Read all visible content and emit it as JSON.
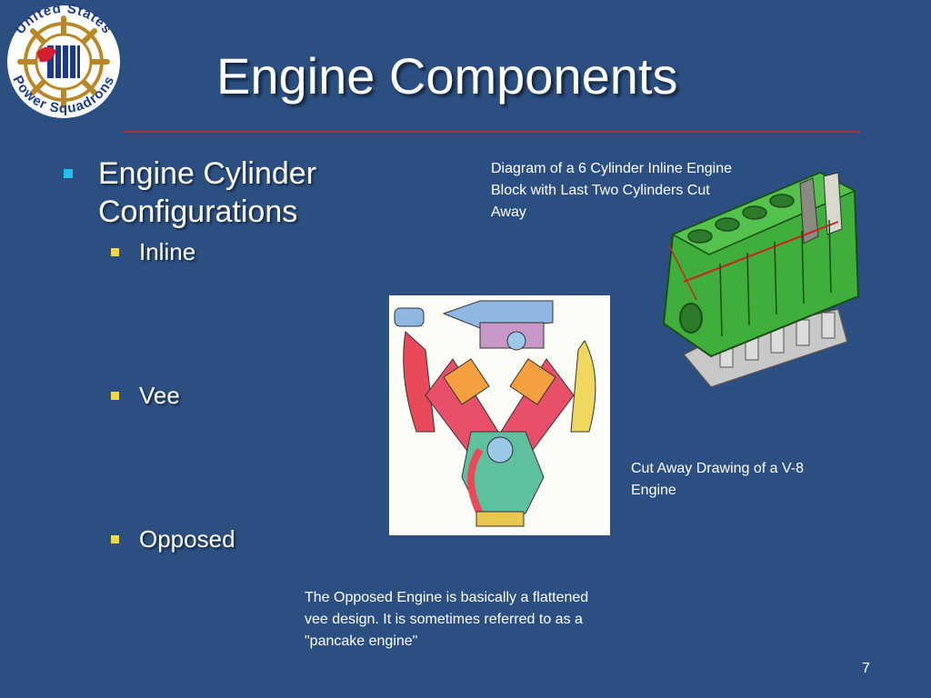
{
  "slide": {
    "title": "Engine Components",
    "page_number": "7",
    "logo": {
      "top_text": "United States",
      "bottom_text": "Power Squadrons"
    }
  },
  "bullets": {
    "main": "Engine Cylinder Configurations",
    "items": [
      "Inline",
      "Vee",
      "Opposed"
    ]
  },
  "captions": {
    "inline": "Diagram of a 6 Cylinder Inline Engine Block with Last Two Cylinders Cut Away",
    "vee": "Cut Away Drawing of a V-8 Engine",
    "opposed": "The Opposed Engine is basically a flattened vee design. It is sometimes referred to as a \"pancake engine\""
  },
  "colors": {
    "background": "#2b4f80",
    "rule": "#a0344a",
    "main_bullet": "#1ec0f0",
    "sub_bullet": "#f0d84a"
  }
}
